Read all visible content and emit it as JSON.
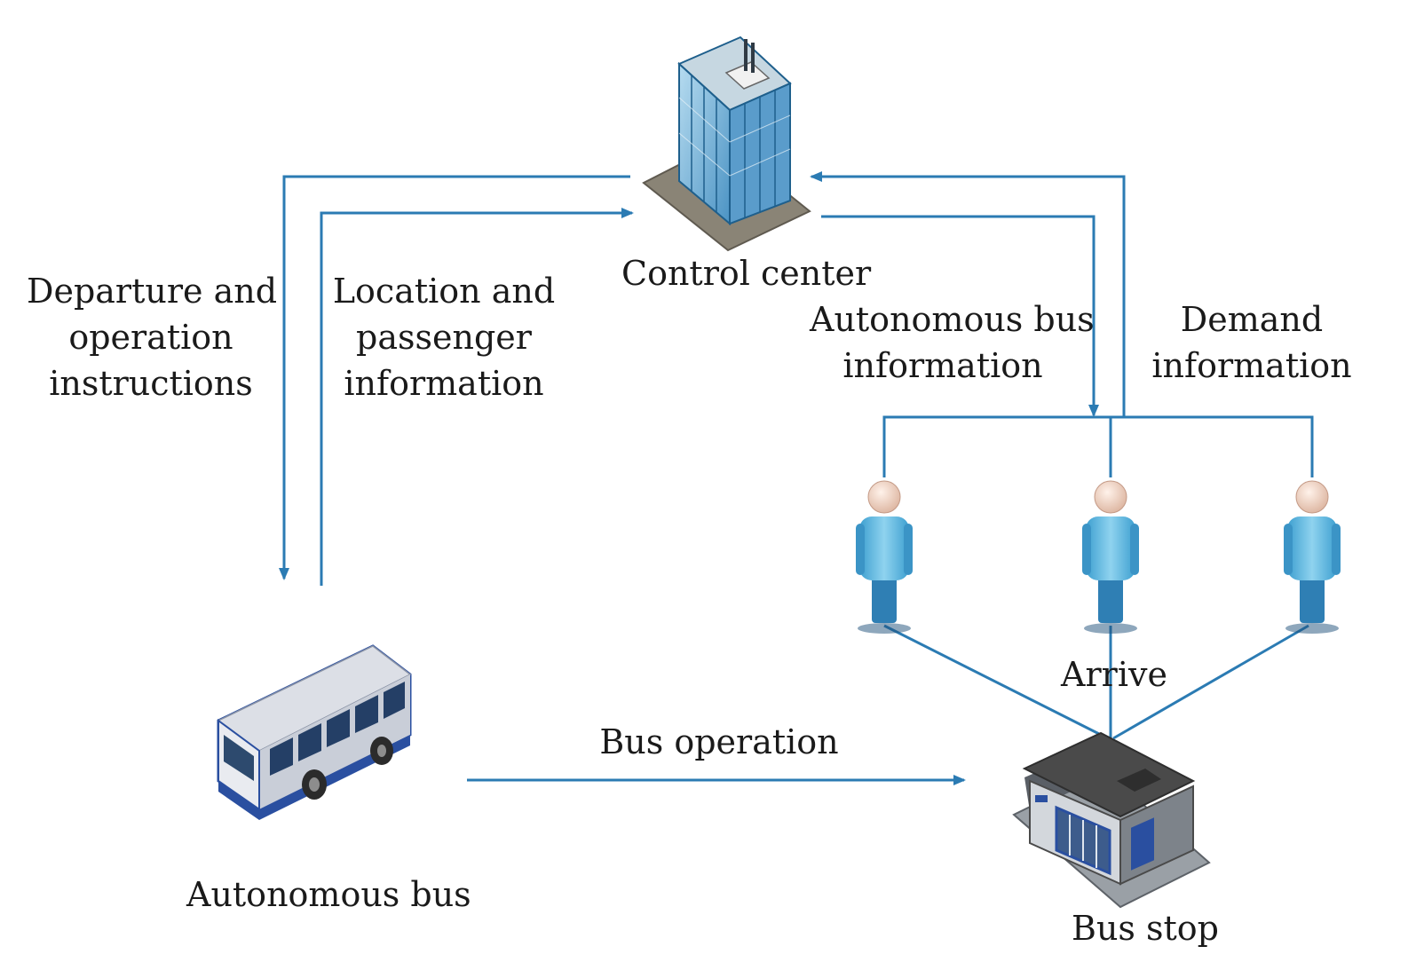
{
  "colors": {
    "arrow": "#2b7bb3",
    "building_glass": "#7fb9dc",
    "building_frame": "#1e5f8c",
    "person_body": "#7cc6e6",
    "person_head": "#f2d4c4",
    "bus_body": "#e6e8ee",
    "bus_trim": "#2a4fa0",
    "stop_roof": "#4a4a4a",
    "stop_wall": "#9aa0a6"
  },
  "nodes": {
    "control_center": {
      "label": "Control center",
      "icon": "office-building-icon"
    },
    "autonomous_bus": {
      "label": "Autonomous bus",
      "icon": "bus-icon"
    },
    "bus_stop": {
      "label": "Bus stop",
      "icon": "bus-stop-building-icon"
    },
    "passengers": {
      "icon": "person-icon",
      "count": 3
    }
  },
  "edges": {
    "departure": {
      "lines": [
        "Departure and",
        "operation",
        "instructions"
      ]
    },
    "location": {
      "lines": [
        "Location and",
        "passenger",
        "information"
      ]
    },
    "autonomous_info": {
      "lines": [
        "Autonomous bus",
        "information"
      ]
    },
    "demand": {
      "lines": [
        "Demand",
        "information"
      ]
    },
    "bus_operation": {
      "label": "Bus operation"
    },
    "arrive": {
      "label": "Arrive"
    }
  }
}
